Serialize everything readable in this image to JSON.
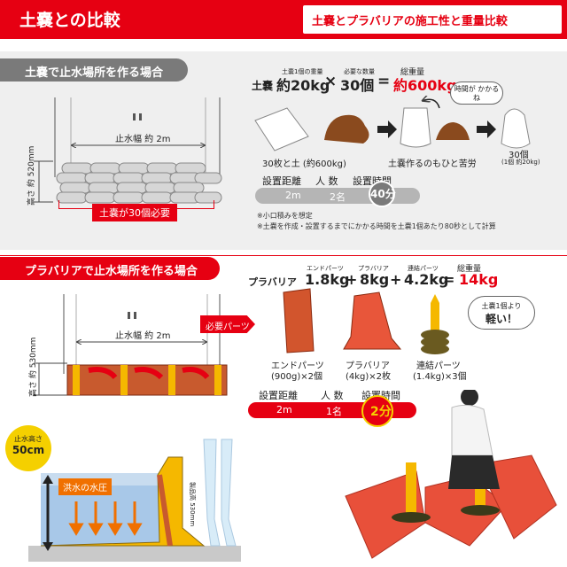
{
  "header": {
    "title": "土嚢との比較",
    "subtitle": "土嚢とプラバリアの施工性と重量比較"
  },
  "sandbag": {
    "tab": "土嚢で止水場所を作る場合",
    "height_label": "高さ 約 520mm",
    "width_label": "止水幅 約 2m",
    "count_label": "土嚢が30個必要",
    "formula_name": "土嚢",
    "unit_weight_caption": "土嚢1個の重量",
    "unit_weight": "約20kg",
    "count_caption": "必要な数量",
    "count": "30個",
    "total_caption": "総重量",
    "total": "約600kg",
    "times": "×",
    "equals": "=",
    "bubble": "時間が かかるね",
    "cap_bags": "30枚と土 (約600kg)",
    "cap_making": "土嚢作るのもひと苦労",
    "cap_result": "30個",
    "cap_result_sub": "(1個 約20kg)",
    "row_labels": [
      "設置距離",
      "人 数",
      "設置時間"
    ],
    "row_values": [
      "2m",
      "2名",
      "40分"
    ],
    "notes": [
      "※小口積みを想定",
      "※土嚢を作成・設置するまでにかかる時間を土嚢1個あたり80秒として計算"
    ]
  },
  "pb": {
    "tab": "プラバリアで止水場所を作る場合",
    "height_label": "高さ 約 530mm",
    "width_label": "止水幅 約 2m",
    "parts_tag": "必要パーツ",
    "formula_name": "プラバリア",
    "end_caption": "エンドパーツ",
    "end_weight": "1.8kg",
    "pb_caption": "プラバリア",
    "pb_weight": "8kg",
    "conn_caption": "連結パーツ",
    "conn_weight": "4.2kg",
    "plus": "+",
    "equals": "=",
    "total_caption": "総重量",
    "total": "14kg",
    "bubble_line1": "土嚢1個より",
    "bubble_line2": "軽い！",
    "part_end": [
      "エンドパーツ",
      "(900g)×2個"
    ],
    "part_pb": [
      "プラバリア",
      "(4kg)×2枚"
    ],
    "part_conn": [
      "連結パーツ",
      "(1.4kg)×3個"
    ],
    "row_labels": [
      "設置距離",
      "人 数",
      "設置時間"
    ],
    "row_values": [
      "2m",
      "1名",
      "2分"
    ]
  },
  "bottom": {
    "stop_caption": "止水高さ",
    "stop_height": "50cm",
    "pressure": "洪水の水圧",
    "product_height": "製品高 530mm"
  },
  "colors": {
    "accent": "#e60012",
    "gray": "#7a7a7a",
    "yellow": "#f5b800"
  }
}
